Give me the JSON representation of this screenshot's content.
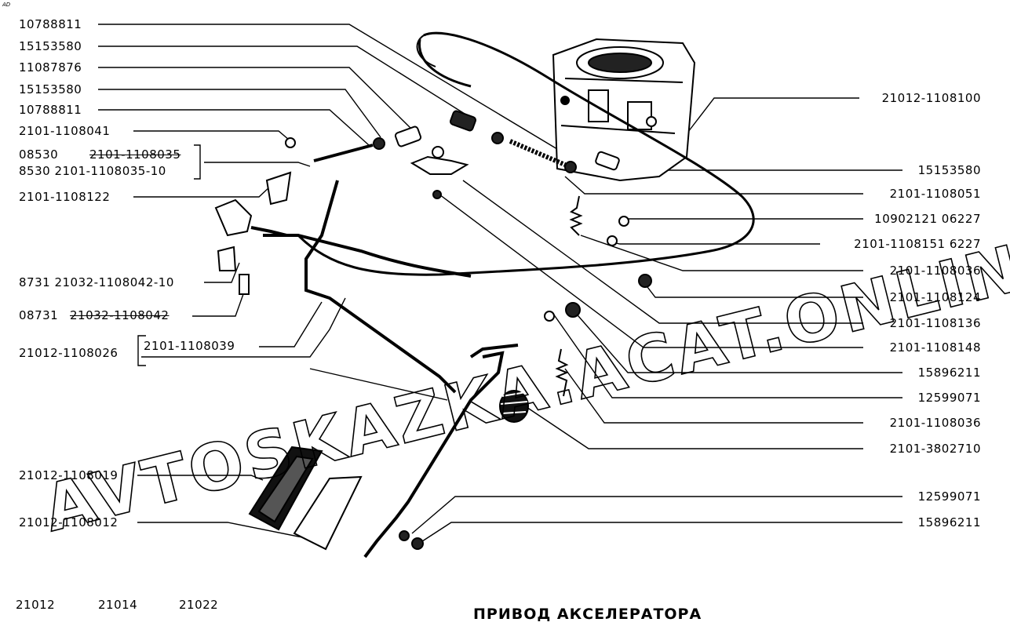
{
  "corner_mark": "AD",
  "title": "ПРИВОД АКСЕЛЕРАТОРА",
  "models": [
    "21012",
    "21014",
    "21022"
  ],
  "watermark": "AVTOSKAZKA.ACAT.ONLINE",
  "left_labels": [
    "10788811",
    "15153580",
    "11087876",
    "15153580",
    "10788811",
    "2101-1108041",
    "08530",
    "2101-1108035",
    "8530 2101-1108035-10",
    "2101-1108122",
    "8731 21032-1108042-10",
    "08731",
    "21032-1108042",
    "21012-1108026",
    "2101-1108039",
    "21012-1108019",
    "21012-1108012"
  ],
  "right_labels": [
    "21012-1108100",
    "15153580",
    "2101-1108051",
    "10902121 06227",
    "2101-1108151 6227",
    "2101-1108036",
    "2101-1108124",
    "2101-1108136",
    "2101-1108148",
    "15896211",
    "12599071",
    "2101-1108036",
    "2101-3802710",
    "12599071",
    "15896211"
  ]
}
